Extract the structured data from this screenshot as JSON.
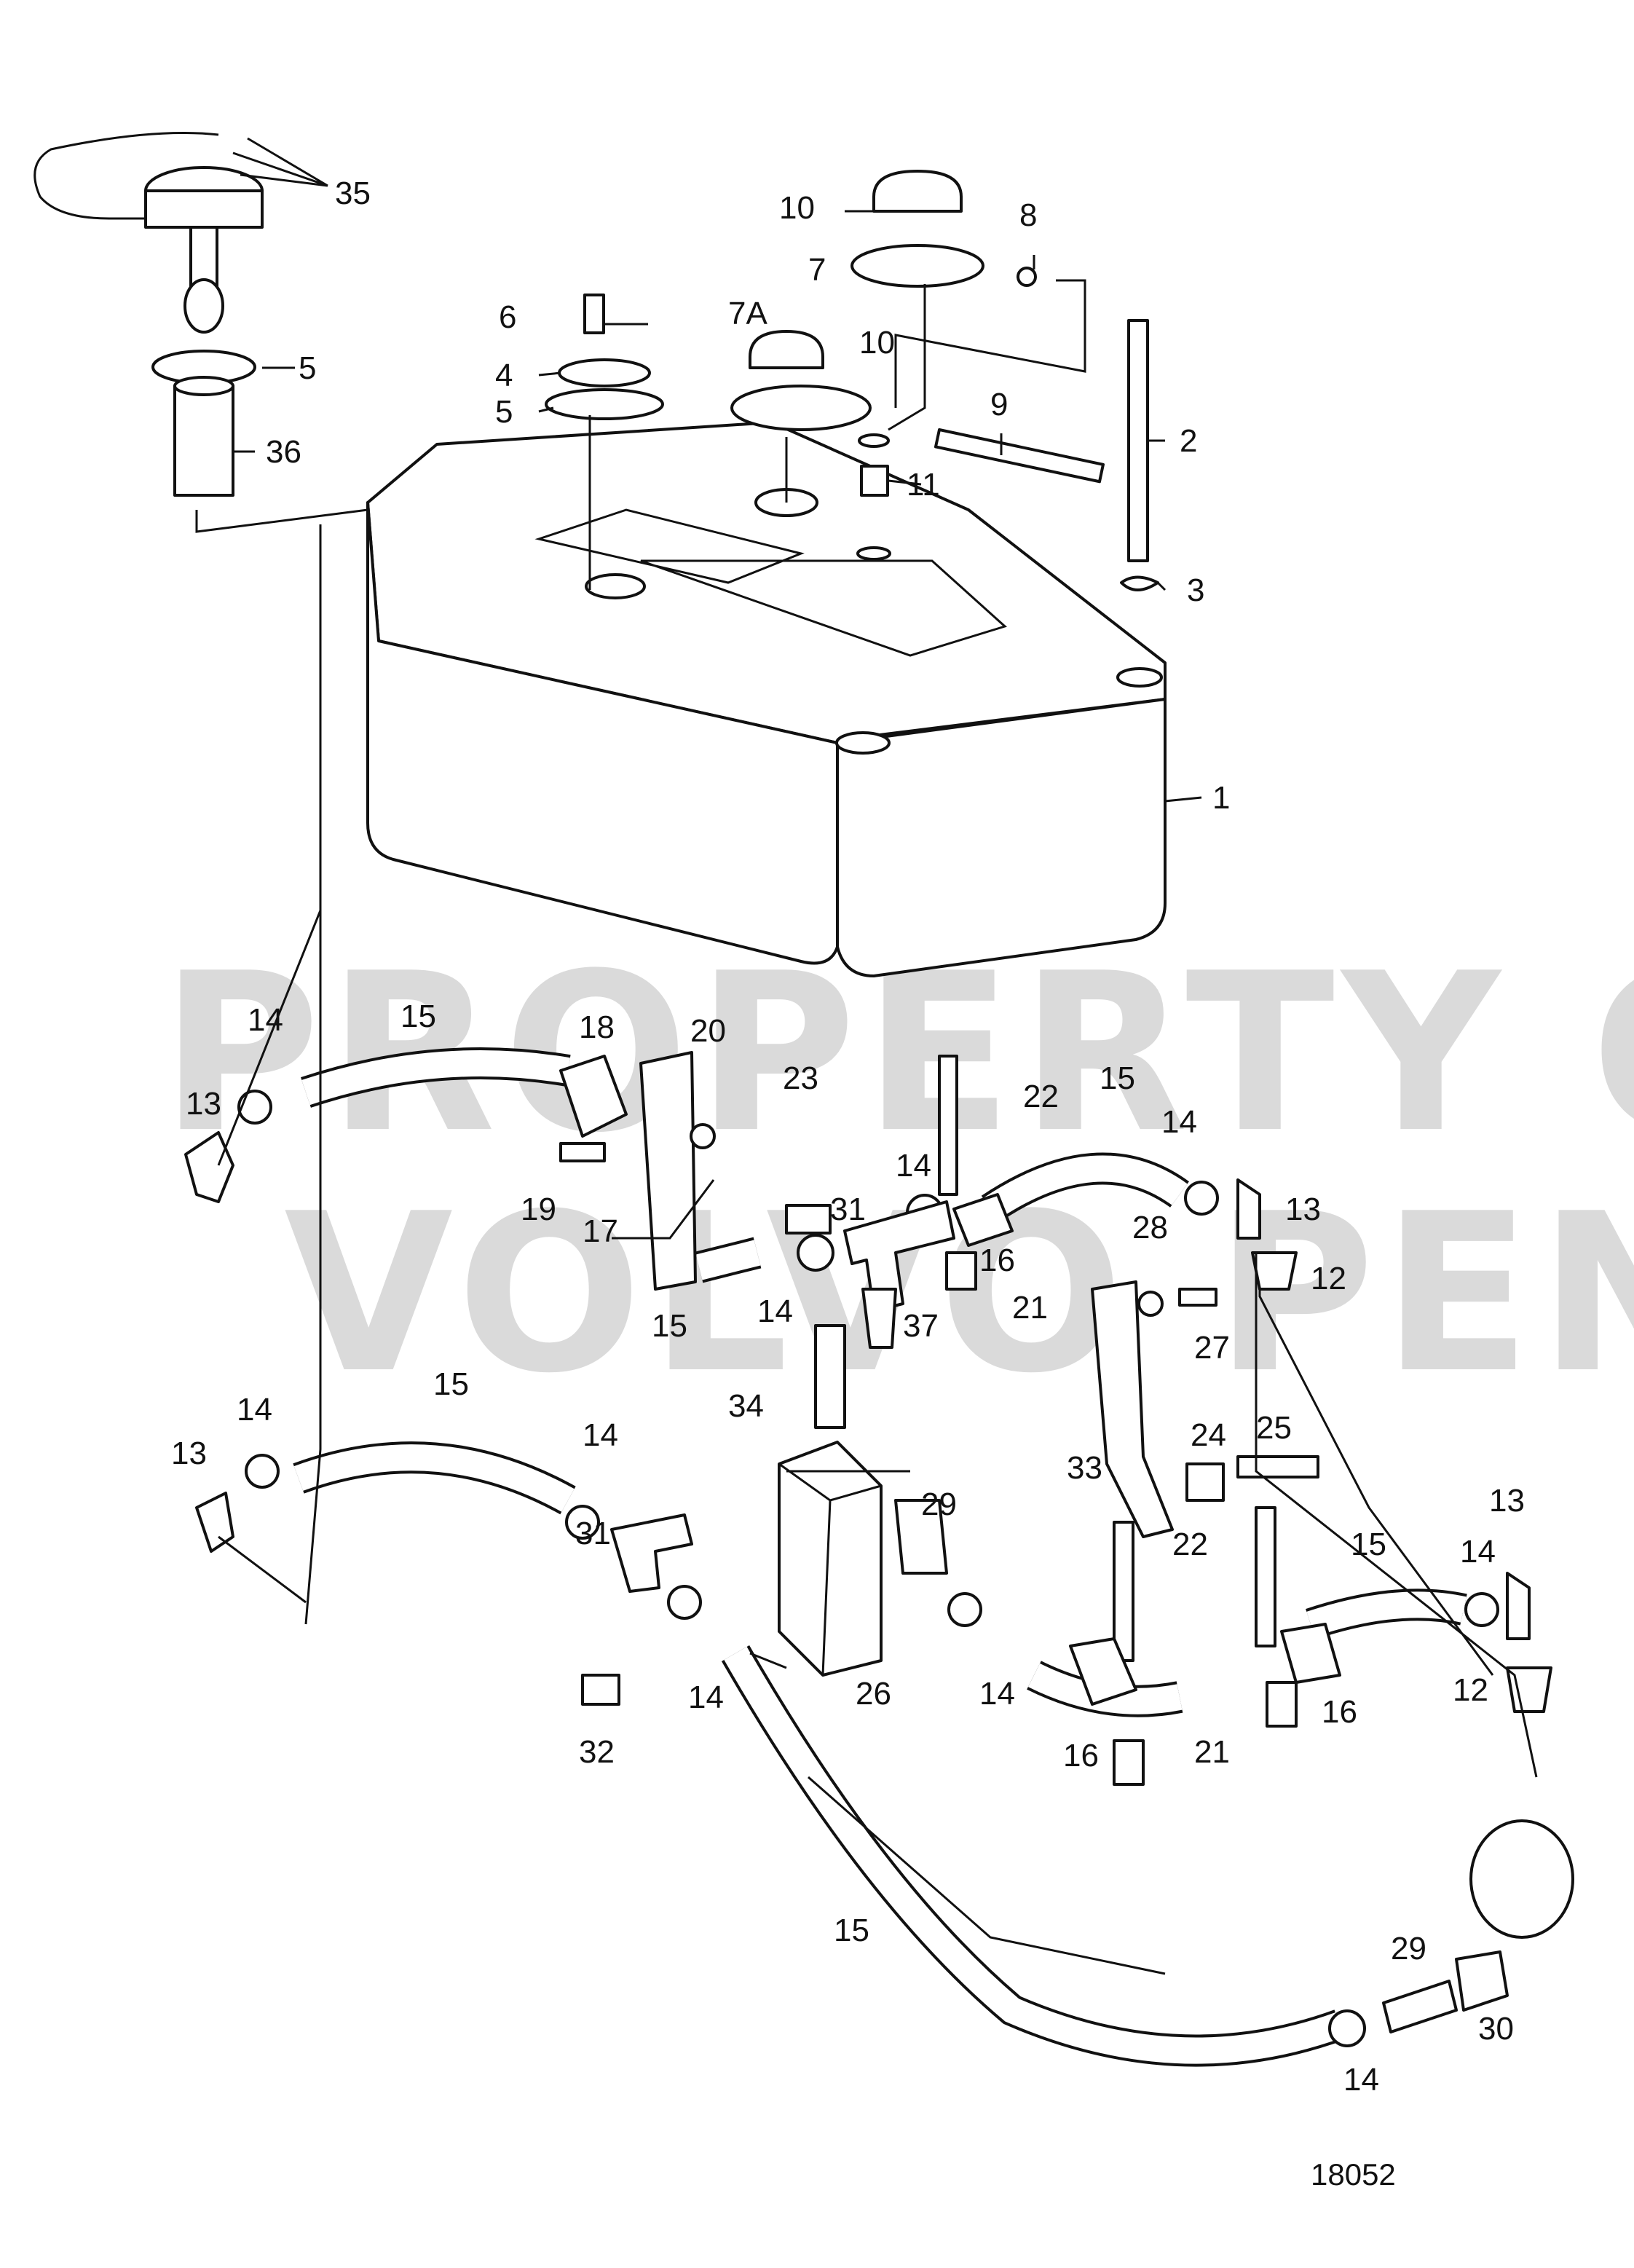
{
  "watermark": {
    "line1": "PROPERTY OF",
    "line2": "VOLVO PENTA"
  },
  "figure_number": "18052",
  "callouts": {
    "c1": "1",
    "c2": "2",
    "c3": "3",
    "c4": "4",
    "c5a": "5",
    "c5b": "5",
    "c6": "6",
    "c7": "7",
    "c7a": "7A",
    "c8": "8",
    "c9": "9",
    "c10a": "10",
    "c10b": "10",
    "c11": "11",
    "c12a": "12",
    "c12b": "12",
    "c13a": "13",
    "c13b": "13",
    "c13c": "13",
    "c13d": "13",
    "c14a": "14",
    "c14b": "14",
    "c14c": "14",
    "c14d": "14",
    "c14e": "14",
    "c14f": "14",
    "c14g": "14",
    "c14h": "14",
    "c14i": "14",
    "c14j": "14",
    "c15a": "15",
    "c15b": "15",
    "c15c": "15",
    "c15d": "15",
    "c15e": "15",
    "c15f": "15",
    "c16a": "16",
    "c16b": "16",
    "c16c": "16",
    "c17": "17",
    "c18": "18",
    "c19": "19",
    "c20": "20",
    "c21a": "21",
    "c21b": "21",
    "c22a": "22",
    "c22b": "22",
    "c23": "23",
    "c24": "24",
    "c25": "25",
    "c26": "26",
    "c27": "27",
    "c28": "28",
    "c29a": "29",
    "c29b": "29",
    "c30": "30",
    "c31a": "31",
    "c31b": "31",
    "c32": "32",
    "c33": "33",
    "c34": "34",
    "c35": "35",
    "c36": "36",
    "c37": "37"
  }
}
